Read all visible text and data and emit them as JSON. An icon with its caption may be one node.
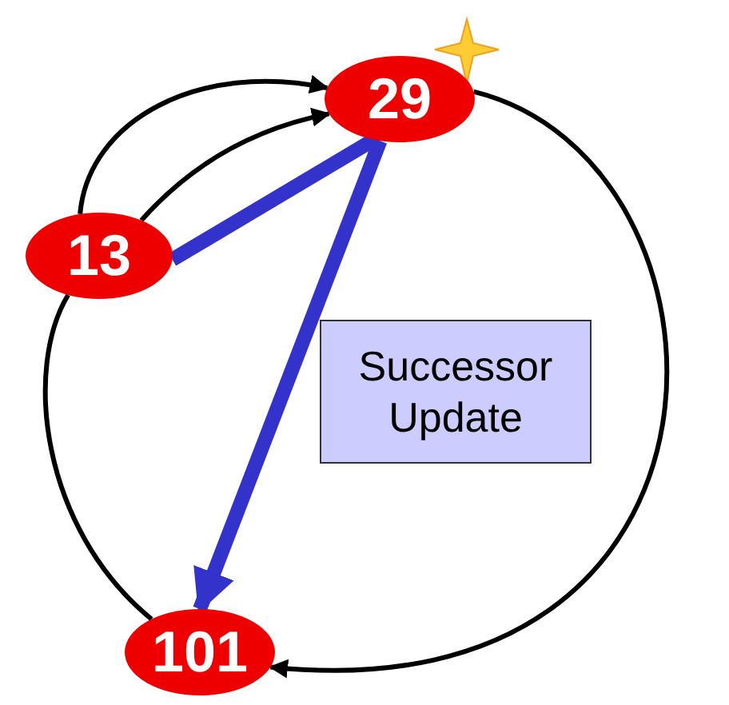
{
  "diagram": {
    "nodes": [
      {
        "text": [
          "29"
        ]
      },
      {
        "text": [
          "13"
        ]
      },
      {
        "text": [
          "101"
        ]
      },
      {
        "text": [
          "Successor Update"
        ]
      }
    ],
    "edges": [
      {
        "from": 1,
        "to": 0,
        "arrow": "to"
      },
      {
        "from": 1,
        "to": 0,
        "arrow": "to"
      },
      {
        "from": 0,
        "to": 2,
        "arrow": "to"
      },
      {
        "from": 2,
        "to": 1,
        "arrow": "none"
      },
      {
        "from": 1,
        "to": 0,
        "arrow": "none",
        "style": "thick",
        "color": "#3333cc"
      },
      {
        "from": 0,
        "to": 2,
        "arrow": "to",
        "style": "thick",
        "color": "#3333cc"
      }
    ]
  }
}
